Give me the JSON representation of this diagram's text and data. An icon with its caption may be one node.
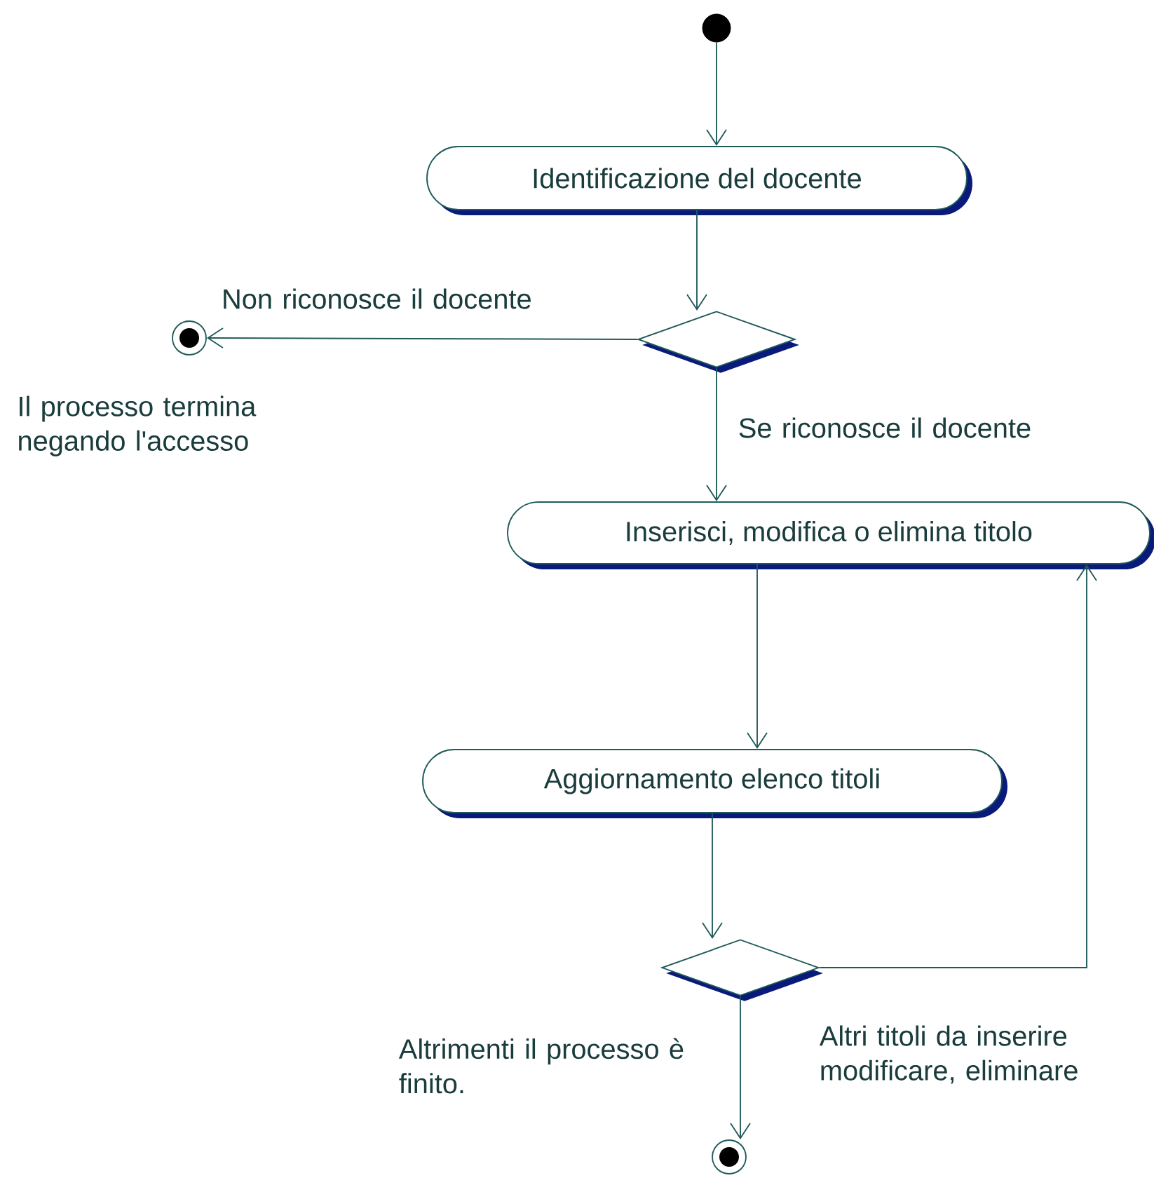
{
  "diagram": {
    "nodes": [
      {
        "text": [],
        "shape": "circle"
      },
      {
        "text": [
          "Identificazione del docente"
        ]
      },
      {
        "text": [],
        "shape": "diamond"
      },
      {
        "text": [],
        "shape": "circle",
        "beside": [
          "Il processo termina negando l'accesso"
        ]
      },
      {
        "text": [
          "Inserisci, modifica o elimina titolo"
        ]
      },
      {
        "text": [
          "Aggiornamento elenco titoli"
        ]
      },
      {
        "text": [],
        "shape": "diamond"
      },
      {
        "text": [],
        "shape": "circle"
      }
    ],
    "edges": [
      {
        "from": 0,
        "to": 1,
        "arrow": "to"
      },
      {
        "from": 1,
        "to": 2,
        "arrow": "to"
      },
      {
        "from": 2,
        "to": 3,
        "arrow": "to",
        "label": "Non riconosce il docente"
      },
      {
        "from": 2,
        "to": 4,
        "arrow": "to",
        "label": "Se riconosce il docente"
      },
      {
        "from": 4,
        "to": 5,
        "arrow": "to"
      },
      {
        "from": 5,
        "to": 6,
        "arrow": "to"
      },
      {
        "from": 6,
        "to": 4,
        "arrow": "to",
        "label": "Altri titoli da inserire modificare, eliminare"
      },
      {
        "from": 6,
        "to": 7,
        "arrow": "to",
        "label": "Altrimenti il processo è finito."
      }
    ]
  }
}
